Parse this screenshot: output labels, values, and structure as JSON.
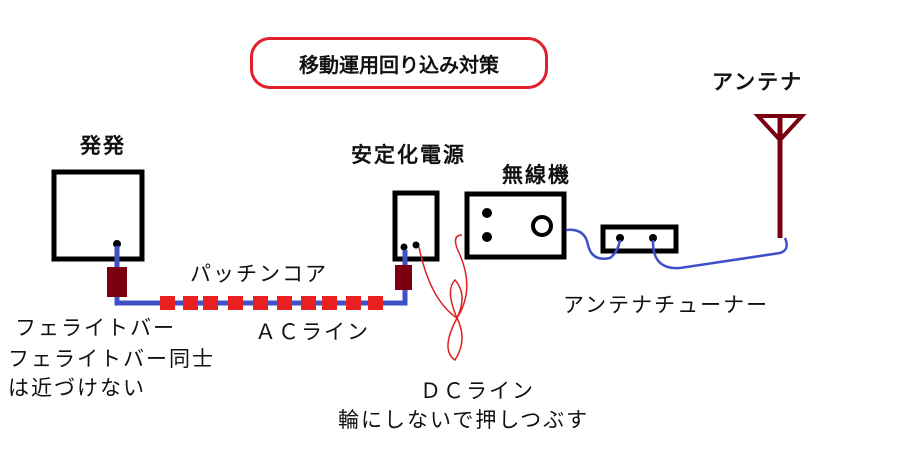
{
  "title": "移動運用回り込み対策",
  "labels": {
    "generator": "発発",
    "power_supply": "安定化電源",
    "radio": "無線機",
    "antenna": "アンテナ",
    "antenna_tuner": "アンテナチューナー",
    "snap_core": "パッチンコア",
    "ac_line": "ＡＣライン",
    "ferrite_bar": "フェライトバー",
    "ferrite_note_1": "フェライトバー同士",
    "ferrite_note_2": "は近づけない",
    "dc_line": "ＤＣライン",
    "dc_note": "輪にしないで押しつぶす"
  },
  "colors": {
    "cable": "#4050c8",
    "core": "#e82020",
    "ferrite": "#7a0010",
    "dc": "#e02020",
    "frame": "#e0202a"
  }
}
